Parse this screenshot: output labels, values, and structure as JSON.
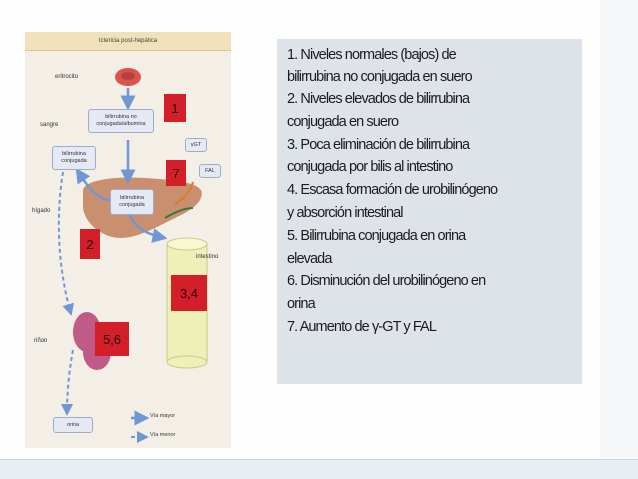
{
  "figure": {
    "title": "Ictericia post-hepática",
    "labels": {
      "eritrocito": "eritrocito",
      "sangre": "sangre",
      "higado": "hígado",
      "rinon": "riñon",
      "intestino": "intestino"
    },
    "boxes": {
      "no_conjugada": [
        "bilirrubina no",
        "conjugada/albumina"
      ],
      "conjugada_sangre": [
        "bilirrubina",
        "conjugada"
      ],
      "conjugada_higado": [
        "bilirrubina",
        "conjugada"
      ],
      "ggt": "γGT",
      "fal": "FAL",
      "orina": "orina"
    },
    "markers": [
      "1",
      "7",
      "2",
      "3,4",
      "5,6"
    ],
    "legend": {
      "major": "Vía mayor",
      "minor": "Vía menor"
    },
    "colors": {
      "marker": "#d21f2a",
      "arrow": "#6f97d6",
      "liver": "#c98f6f",
      "kidney": "#c05a86",
      "erythrocyte": "#d9534f",
      "intestine": "#eef0b8"
    }
  },
  "list": {
    "lines": [
      "1. Niveles normales (bajos) de",
      "bilirrubina no conjugada en suero",
      "2. Niveles elevados de bilirrubina",
      "conjugada en suero",
      "3. Poca eliminación de bilirrubina",
      "conjugada por bilis al intestino",
      "4. Escasa formación de urobilinógeno",
      "y absorción intestinal",
      "5. Bilirrubina conjugada en orina",
      "elevada",
      "6. Disminución del urobilinógeno en",
      "orina",
      "7. Aumento de γ-GT y FAL"
    ]
  }
}
